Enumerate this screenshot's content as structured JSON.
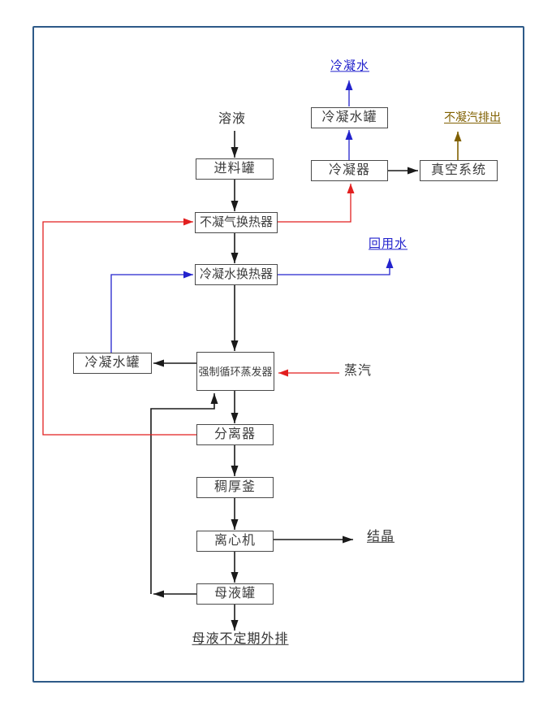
{
  "diagram": {
    "frame_color": "#2e5a88",
    "colors": {
      "process_line": "#1a1a1a",
      "steam_line": "#e21f1f",
      "water_line": "#2323cd",
      "vent_line": "#806000"
    },
    "nodes": {
      "feed_tank": {
        "label": "进料罐"
      },
      "ncg_heat_exchanger": {
        "label": "不凝气换热器"
      },
      "condensate_heat_exchanger": {
        "label": "冷凝水换热器"
      },
      "forced_circulation_evaporator": {
        "label": "强制循环蒸发器"
      },
      "separator": {
        "label": "分离器"
      },
      "thickener_kettle": {
        "label": "稠厚釜"
      },
      "centrifuge": {
        "label": "离心机"
      },
      "mother_liquor_tank": {
        "label": "母液罐"
      },
      "condensate_tank_left": {
        "label": "冷凝水罐"
      },
      "condensate_tank_top": {
        "label": "冷凝水罐"
      },
      "condenser": {
        "label": "冷凝器"
      },
      "vacuum_system": {
        "label": "真空系统"
      }
    },
    "stream_labels": {
      "solution_in": {
        "label": "溶液",
        "color": "#333333"
      },
      "condensate_out": {
        "label": "冷凝水",
        "color": "#2323cd"
      },
      "ncg_discharge": {
        "label": "不凝汽排出",
        "color": "#806000"
      },
      "reuse_water": {
        "label": "回用水",
        "color": "#2323cd"
      },
      "steam_in": {
        "label": "蒸汽",
        "color": "#333333"
      },
      "crystal_out": {
        "label": "结晶",
        "color": "#333333"
      },
      "mother_liquor_discharge": {
        "label": "母液不定期外排",
        "color": "#333333"
      }
    },
    "edges": [
      {
        "from": "溶液",
        "to": "进料罐",
        "color": "black"
      },
      {
        "from": "进料罐",
        "to": "不凝气换热器",
        "color": "black"
      },
      {
        "from": "不凝气换热器",
        "to": "冷凝水换热器",
        "color": "black"
      },
      {
        "from": "冷凝水换热器",
        "to": "强制循环蒸发器",
        "color": "black"
      },
      {
        "from": "强制循环蒸发器",
        "to": "冷凝水罐(左)",
        "color": "black"
      },
      {
        "from": "强制循环蒸发器",
        "to": "分离器",
        "color": "black"
      },
      {
        "from": "分离器",
        "to": "稠厚釜",
        "color": "black"
      },
      {
        "from": "稠厚釜",
        "to": "离心机",
        "color": "black"
      },
      {
        "from": "离心机",
        "to": "结晶",
        "color": "black"
      },
      {
        "from": "离心机",
        "to": "母液罐",
        "color": "black"
      },
      {
        "from": "母液罐",
        "to": "强制循环蒸发器",
        "color": "black"
      },
      {
        "from": "母液罐",
        "to": "母液不定期外排",
        "color": "black"
      },
      {
        "from": "冷凝器",
        "to": "真空系统",
        "color": "black"
      },
      {
        "from": "分离器",
        "to": "不凝气换热器",
        "color": "red"
      },
      {
        "from": "不凝气换热器",
        "to": "冷凝器",
        "color": "red"
      },
      {
        "from": "蒸汽",
        "to": "强制循环蒸发器",
        "color": "red"
      },
      {
        "from": "冷凝水罐(左)",
        "to": "冷凝水换热器",
        "color": "blue"
      },
      {
        "from": "冷凝水换热器",
        "to": "回用水",
        "color": "blue"
      },
      {
        "from": "冷凝器",
        "to": "冷凝水罐(上)",
        "color": "blue"
      },
      {
        "from": "冷凝水罐(上)",
        "to": "冷凝水",
        "color": "blue"
      },
      {
        "from": "真空系统",
        "to": "不凝汽排出",
        "color": "olive"
      }
    ]
  }
}
